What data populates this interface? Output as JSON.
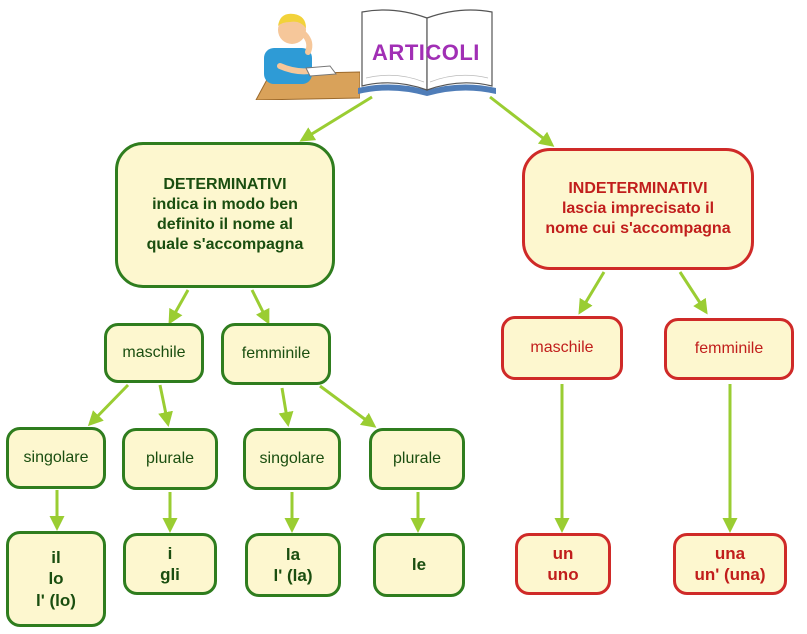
{
  "title": "ARTICOLI",
  "determinativi": {
    "lines": [
      "DETERMINATIVI",
      "indica  in  modo  ben",
      "definito  il  nome  al",
      "quale  s'accompagna"
    ],
    "maschile": {
      "label": "maschile",
      "singolare": {
        "label": "singolare",
        "articles": [
          "il",
          "lo",
          "l' (lo)"
        ]
      },
      "plurale": {
        "label": "plurale",
        "articles": [
          "i",
          "gli"
        ]
      }
    },
    "femminile": {
      "label": "femminile",
      "singolare": {
        "label": "singolare",
        "articles": [
          "la",
          "l' (la)"
        ]
      },
      "plurale": {
        "label": "plurale",
        "articles": [
          "le"
        ]
      }
    }
  },
  "indeterminativi": {
    "lines": [
      "INDETERMINATIVI",
      "lascia  imprecisato  il",
      "nome  cui  s'accompagna"
    ],
    "maschile": {
      "label": "maschile",
      "articles": [
        "un",
        "uno"
      ]
    },
    "femminile": {
      "label": "femminile",
      "articles": [
        "una",
        "un'  (una)"
      ]
    }
  },
  "colors": {
    "green_border": "#2f7d1e",
    "red_border": "#cf2a28",
    "box_fill": "#fdf7cf",
    "arrow": "#9acd32",
    "title": "#a12fb5"
  }
}
